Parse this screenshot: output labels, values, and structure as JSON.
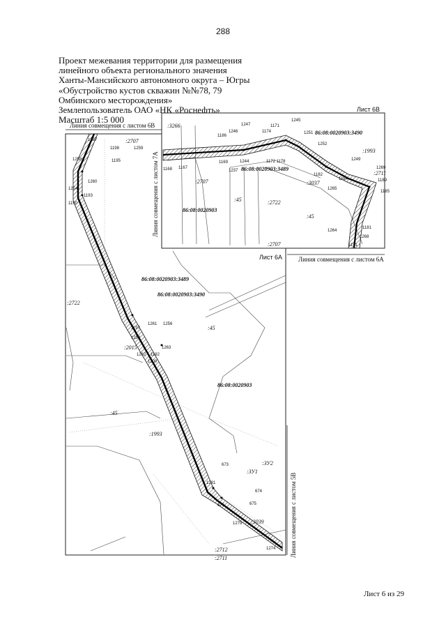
{
  "page_number": "288",
  "heading": {
    "lines": [
      "Проект межевания территории для размещения",
      "линейного объекта регионального значения",
      "Ханты-Мансийского автономного округа – Югры",
      "«Обустройство кустов скважин №№78, 79",
      "Омбинского месторождения»",
      "Землепользователь ОАО «НК «Роснефть»",
      "Масштаб 1:5 000"
    ]
  },
  "sheet_labels": {
    "sheet_6b": "Лист 6В",
    "sheet_6a": "Лист 6А"
  },
  "junction_lines": {
    "with_6b": "Линия совмещения с листом 6В",
    "with_6a": "Линия совмещения с листом 6А",
    "with_7a": "Линия совмещения с листом 7А",
    "with_5b": "Линия совмещения с листом 5В"
  },
  "parcels": {
    "c3489": "86:08:0020903:3489",
    "c3490": "86:08:0020903:3490",
    "quarter": "86:08:0020903",
    "p2722": ":2722",
    "p45": ":45",
    "p1993": ":1993",
    "p2015": ":2015",
    "p3039": ":3039",
    "p2712": ":2712",
    "p2711": ":2711",
    "p2707": ":2707",
    "p3037": ":3037",
    "zu1": ":ЗУ1",
    "zu2": ":ЗУ2",
    "p3266": ":3266"
  },
  "points": {
    "n1257": "1257",
    "n1198": "1198",
    "n1258": "1258",
    "n1259": "1259",
    "n1195": "1195",
    "n1260": "1260",
    "n1254": "1254",
    "n1193": "1193",
    "n1190": "1190",
    "n1197": "1197",
    "n1253": "1253",
    "n1261": "1261",
    "n1256": "1256",
    "n1262": "1262",
    "n1263": "1263",
    "n1192": "1192",
    "n1200": "1200",
    "n673": "673",
    "n1281": "1281",
    "n674": "674",
    "n676": "676",
    "n675": "675",
    "n1279": "1279",
    "n1274": "1274",
    "n1245": "1245",
    "n1171": "1171",
    "n1247": "1247",
    "n1174": "1174",
    "n1246": "1246",
    "n1186": "1186",
    "n1251": "1251",
    "n1252": "1252",
    "n1249": "1249",
    "n1244": "1244",
    "n1177": "1172 1178",
    "n1168": "1168",
    "n1167": "1167",
    "n1169": "1169",
    "n1237": "1237",
    "n1182": "1182",
    "n1184": "1184",
    "n1185": "1185",
    "n1189": "1189",
    "n1269": "1269",
    "n1268": "1268",
    "n1191": "1191",
    "n1264": "1264",
    "n1265": "1265",
    "n1181": "1181"
  },
  "footer": "Лист 6 из 29"
}
